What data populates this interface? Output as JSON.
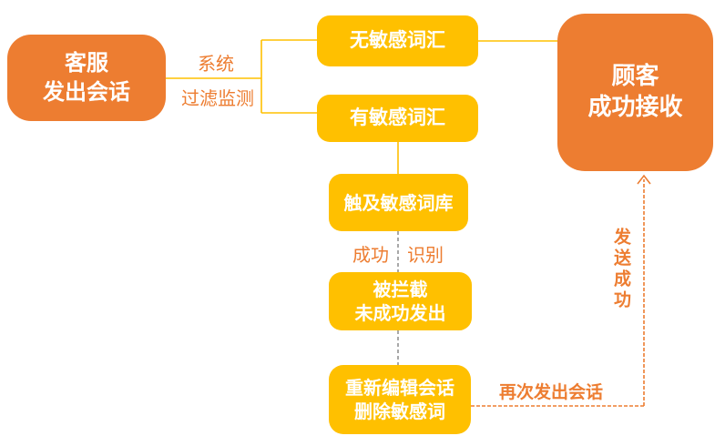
{
  "diagram": {
    "description": "customer-service sensitive-word filtering flowchart",
    "nodes": {
      "start": {
        "line1": "客服",
        "line2": "发出会话"
      },
      "no_sensitive": {
        "line1": "无敏感词汇"
      },
      "has_sensitive": {
        "line1": "有敏感词汇"
      },
      "hit_library": {
        "line1": "触及敏感词库"
      },
      "blocked": {
        "line1": "被拦截",
        "line2": "未成功发出"
      },
      "reedit": {
        "line1": "重新编辑会话",
        "line2": "删除敏感词"
      },
      "receive": {
        "line1": "顾客",
        "line2": "成功接收"
      }
    },
    "edge_labels": {
      "system": "系统",
      "filter_monitor": "过滤监测",
      "success": "成功",
      "identify": "识别",
      "resend": "再次发出会话",
      "send_success": "发送成功"
    },
    "colors": {
      "orange_node": "#ED7D31",
      "yellow_node": "#FFC000",
      "connector_gold": "#FFC000",
      "connector_gray": "#8C8C8C",
      "connector_orange_dashed": "#ED7D31",
      "label_orange": "#ED7D31",
      "node_text": "#FFFFFF",
      "background": "#FFFFFF"
    }
  }
}
